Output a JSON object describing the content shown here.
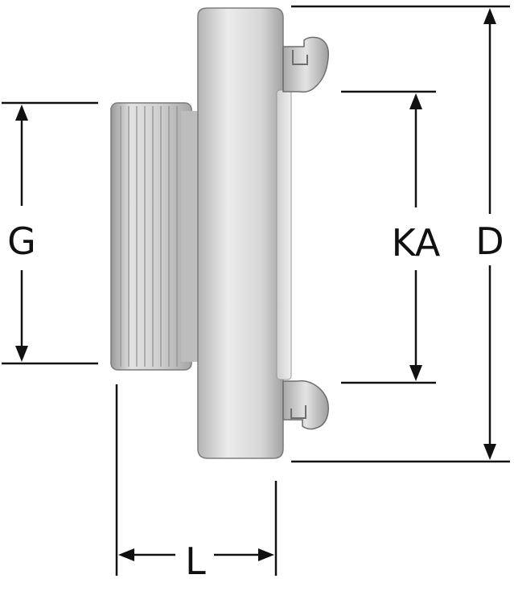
{
  "labels": {
    "thread": "G",
    "claw_spacing": "KA",
    "outer_diameter": "D",
    "length": "L"
  },
  "colors": {
    "line": "#111111",
    "metal_light": "#e6e6e6",
    "metal_mid": "#c8c8c8",
    "metal_dark": "#8c8c8c",
    "background": "#ffffff"
  }
}
